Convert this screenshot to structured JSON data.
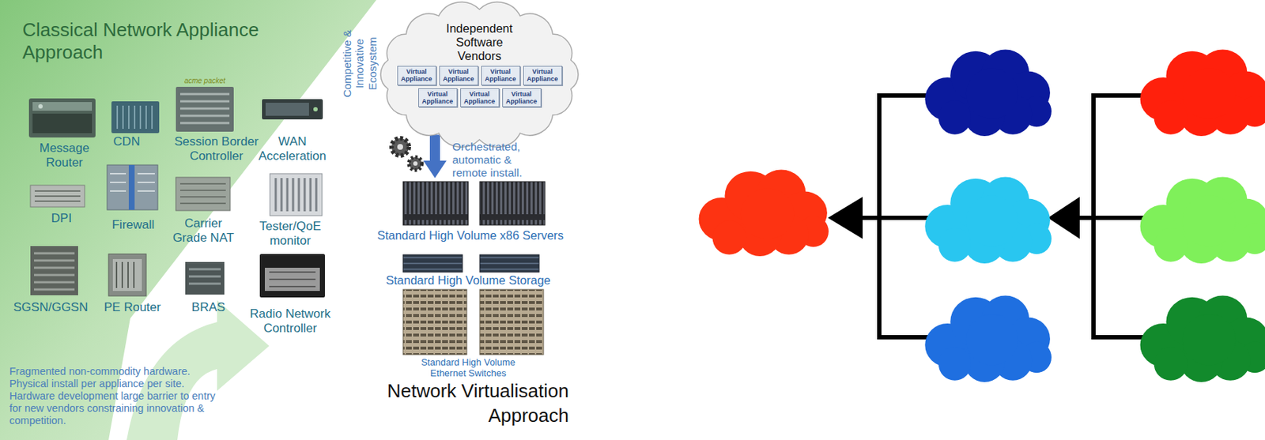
{
  "diagram": {
    "nodes": [
      {
        "text": [
          "Classical Network Appliance Approach",
          "Fragmented non-commodity hardware. Physical install per appliance per site. Hardware development large barrier to entry for new vendors constraining innovation & competition."
        ]
      },
      {
        "text": [
          "Independent Software Vendors"
        ]
      },
      {
        "text": [
          "Virtual Appliance"
        ],
        "in": 1
      },
      {
        "text": [
          "Virtual Appliance"
        ],
        "in": 1
      },
      {
        "text": [
          "Virtual Appliance"
        ],
        "in": 1
      },
      {
        "text": [
          "Virtual Appliance"
        ],
        "in": 1
      },
      {
        "text": [
          "Virtual Appliance"
        ],
        "in": 1
      },
      {
        "text": [
          "Virtual Appliance"
        ],
        "in": 1
      },
      {
        "text": [
          "Virtual Appliance"
        ],
        "in": 1
      },
      {
        "text": [
          "Standard High Volume x86 Servers"
        ]
      }
    ],
    "edges": [
      {
        "from": 1,
        "to": 9,
        "arrow": "to",
        "label": "Orchestrated, automatic & remote install."
      }
    ],
    "labels": [
      "acme packet",
      "Message Router",
      "CDN",
      "Session Border Controller",
      "WAN Acceleration",
      "DPI",
      "Firewall",
      "Carrier Grade NAT",
      "Tester/QoE monitor",
      "SGSN/GGSN",
      "PE Router",
      "BRAS",
      "Radio Network Controller",
      "Competitive & Innovative Ecosystem",
      "Standard High Volume Storage",
      "Standard High Volume Ethernet Switches",
      "Network Virtualisation Approach"
    ]
  }
}
